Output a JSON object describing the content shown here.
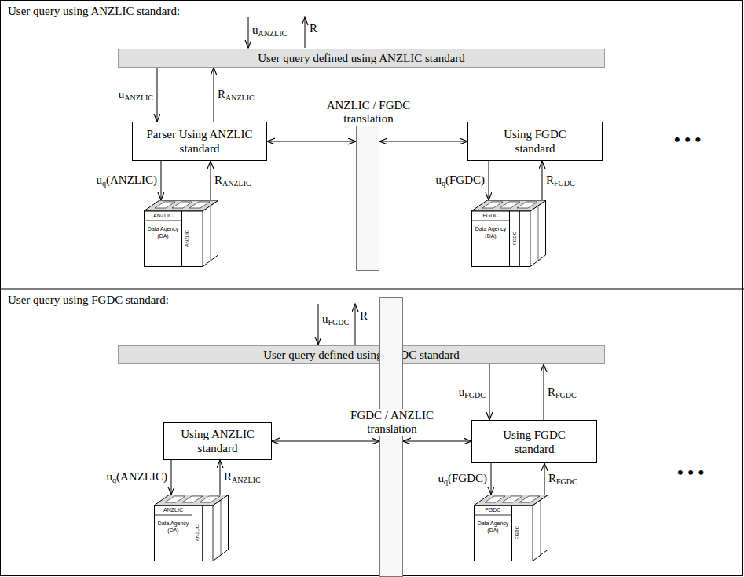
{
  "diagram": {
    "nodes": [
      {
        "text": [
          "User query defined using ANZLIC standard"
        ]
      },
      {
        "text": [
          "Parser Using ANZLIC standard"
        ]
      },
      {
        "text": [
          "ANZLIC / FGDC translation"
        ]
      },
      {
        "text": [
          "Using FGDC standard"
        ]
      },
      {
        "text": [
          "ANZLIC",
          "Data Agency (DA)",
          "ANZLIC"
        ]
      },
      {
        "text": [
          "FGDC",
          "Data Agency (DA)",
          "FGDC"
        ]
      },
      {
        "text": [
          "User query defined using FGDC standard"
        ]
      },
      {
        "text": [
          "Using ANZLIC standard"
        ]
      },
      {
        "text": [
          "FGDC / ANZLIC translation"
        ]
      },
      {
        "text": [
          "Using FGDC standard"
        ]
      },
      {
        "text": [
          "ANZLIC",
          "Data Agency (DA)",
          "ANZLIC"
        ]
      },
      {
        "text": [
          "FGDC",
          "Data Agency (DA)",
          "FGDC"
        ]
      }
    ],
    "edges": [
      {
        "from": 0,
        "to": 1,
        "arrow": "to",
        "label": "uANZLIC"
      },
      {
        "from": 1,
        "to": 0,
        "arrow": "to",
        "label": "RANZLIC"
      },
      {
        "from": 1,
        "to": 2,
        "arrow": "both"
      },
      {
        "from": 2,
        "to": 3,
        "arrow": "both"
      },
      {
        "from": 1,
        "to": 4,
        "arrow": "to",
        "label": "uq(ANZLIC)"
      },
      {
        "from": 4,
        "to": 1,
        "arrow": "to",
        "label": "RANZLIC"
      },
      {
        "from": 3,
        "to": 5,
        "arrow": "to",
        "label": "uq(FGDC)"
      },
      {
        "from": 5,
        "to": 3,
        "arrow": "to",
        "label": "RFGDC"
      },
      {
        "from": 6,
        "to": 9,
        "arrow": "to",
        "label": "uFGDC"
      },
      {
        "from": 9,
        "to": 6,
        "arrow": "to",
        "label": "RFGDC"
      },
      {
        "from": 7,
        "to": 8,
        "arrow": "both"
      },
      {
        "from": 8,
        "to": 9,
        "arrow": "both"
      },
      {
        "from": 7,
        "to": 10,
        "arrow": "to",
        "label": "uq(ANZLIC)"
      },
      {
        "from": 10,
        "to": 7,
        "arrow": "to",
        "label": "RANZLIC"
      },
      {
        "from": 9,
        "to": 11,
        "arrow": "to",
        "label": "uq(FGDC)"
      },
      {
        "from": 11,
        "to": 9,
        "arrow": "to",
        "label": "RFGDC"
      }
    ],
    "labels": [
      "User query using ANZLIC standard:",
      "uANZLIC",
      "R",
      "• • •",
      "User query using FGDC standard:",
      "uFGDC",
      "R",
      "• • •"
    ]
  }
}
